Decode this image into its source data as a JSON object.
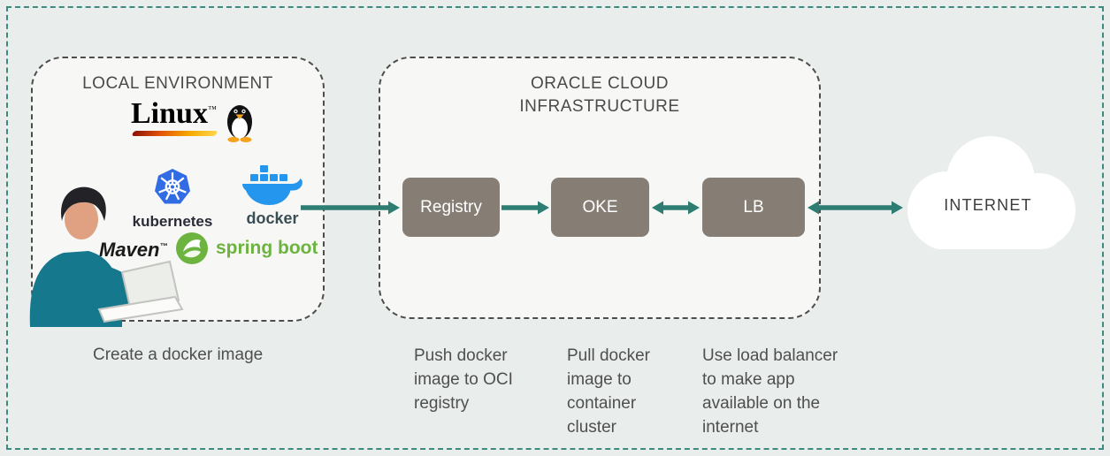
{
  "colors": {
    "background": "#e9edeb",
    "outer_border": "#3d8a7e",
    "box_border": "#4d4d4d",
    "box_fill": "#f7f8f5",
    "node_fill": "#867e75",
    "node_text": "#ffffff",
    "arrow": "#2e7d73",
    "text": "#4f4f4f",
    "kubernetes_blue": "#326ce5",
    "docker_blue": "#2496ed",
    "docker_text": "#394d54",
    "spring_green": "#6db33f",
    "person_shirt": "#15788c"
  },
  "local_box": {
    "title": "LOCAL ENVIRONMENT",
    "caption": "Create a docker image",
    "logos": {
      "linux": {
        "label": "Linux",
        "tm": "™"
      },
      "kubernetes": {
        "label": "kubernetes"
      },
      "docker": {
        "label": "docker"
      },
      "maven": {
        "label": "Maven",
        "tm": "™"
      },
      "spring_boot": {
        "label": "spring boot"
      }
    }
  },
  "oci_box": {
    "title": "ORACLE CLOUD INFRASTRUCTURE",
    "nodes": [
      {
        "label": "Registry",
        "caption": "Push docker image to OCI registry"
      },
      {
        "label": "OKE",
        "caption": "Pull docker image to container cluster"
      },
      {
        "label": "LB",
        "caption": "Use load balancer to make app available on the internet"
      }
    ]
  },
  "internet": {
    "label": "INTERNET"
  }
}
